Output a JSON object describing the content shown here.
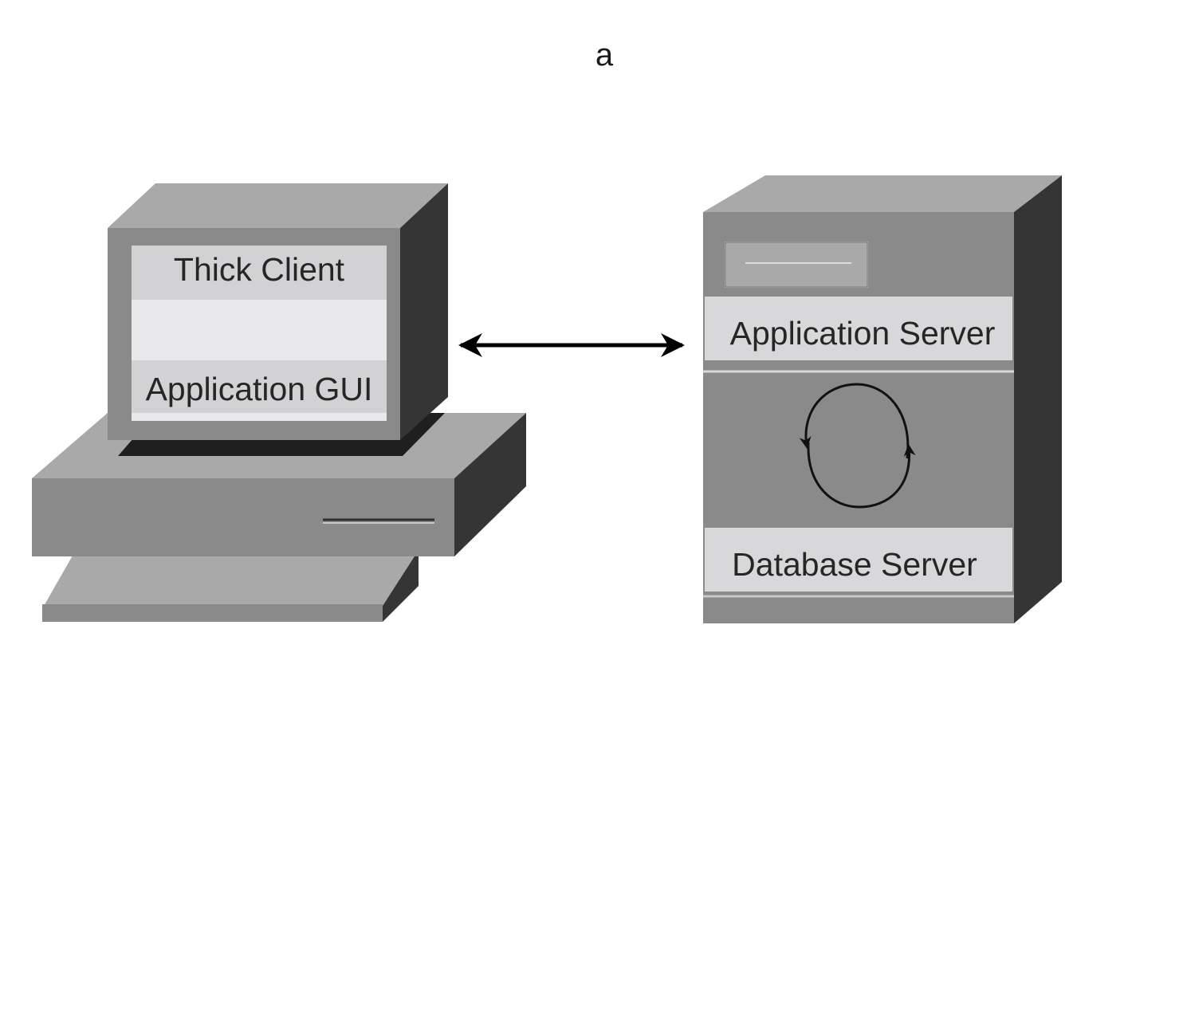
{
  "panel_label": "a",
  "client": {
    "title": "Thick Client",
    "subtitle": "Application GUI"
  },
  "server": {
    "top_label": "Application Server",
    "bottom_label": "Database Server"
  },
  "colors": {
    "background": "#ffffff",
    "face": "#8a8a8a",
    "top": "#a9a9a9",
    "side": "#353535",
    "label_band": "#d6d6d8",
    "screen_light": "#e9e9eb",
    "arrow": "#000000"
  }
}
